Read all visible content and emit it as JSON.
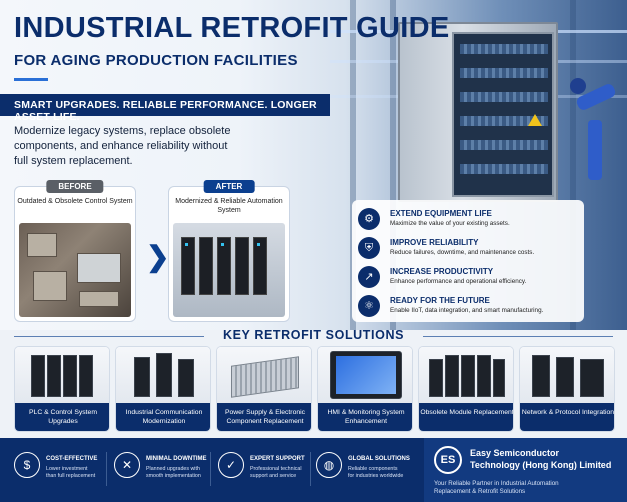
{
  "header": {
    "title": "INDUSTRIAL RETROFIT GUIDE",
    "subtitle": "FOR AGING PRODUCTION FACILITIES",
    "banner": "SMART UPGRADES. RELIABLE PERFORMANCE. LONGER ASSET LIFE.",
    "intro": "Modernize legacy systems, replace obsolete components, and enhance reliability without full system replacement."
  },
  "compare": {
    "before": {
      "tag": "BEFORE",
      "caption": "Outdated & Obsolete Control System"
    },
    "after": {
      "tag": "AFTER",
      "caption": "Modernized & Reliable Automation System"
    }
  },
  "benefits": [
    {
      "icon": "gear-icon",
      "glyph": "⚙",
      "title": "EXTEND EQUIPMENT LIFE",
      "desc": "Maximize the value of your existing assets."
    },
    {
      "icon": "shield-icon",
      "glyph": "⛨",
      "title": "IMPROVE RELIABILITY",
      "desc": "Reduce failures, downtime, and maintenance costs."
    },
    {
      "icon": "chart-icon",
      "glyph": "↗",
      "title": "INCREASE PRODUCTIVITY",
      "desc": "Enhance performance and operational efficiency."
    },
    {
      "icon": "network-icon",
      "glyph": "⚛",
      "title": "READY FOR THE FUTURE",
      "desc": "Enable IIoT, data integration, and smart manufacturing."
    }
  ],
  "solutions": {
    "heading": "KEY RETROFIT SOLUTIONS",
    "items": [
      {
        "label": "PLC & Control System Upgrades"
      },
      {
        "label": "Industrial Communication Modernization"
      },
      {
        "label": "Power Supply & Electronic Component Replacement"
      },
      {
        "label": "HMI & Monitoring System Enhancement"
      },
      {
        "label": "Obsolete Module Replacement"
      },
      {
        "label": "Network & Protocol Integration"
      }
    ]
  },
  "footer": {
    "features": [
      {
        "icon": "dollar-icon",
        "glyph": "$",
        "title": "COST-EFFECTIVE",
        "desc1": "Lower investment",
        "desc2": "than full replacement"
      },
      {
        "icon": "tools-icon",
        "glyph": "✕",
        "title": "MINIMAL DOWNTIME",
        "desc1": "Planned upgrades with",
        "desc2": "smooth implementation"
      },
      {
        "icon": "support-shield-icon",
        "glyph": "✓",
        "title": "EXPERT SUPPORT",
        "desc1": "Professional technical",
        "desc2": "support and service"
      },
      {
        "icon": "globe-icon",
        "glyph": "◍",
        "title": "GLOBAL SOLUTIONS",
        "desc1": "Reliable components",
        "desc2": "for industries worldwide"
      }
    ],
    "company": {
      "logo_text": "ES",
      "name1": "Easy Semiconductor",
      "name2": "Technology (Hong Kong) Limited",
      "tagline1": "Your Reliable Partner in Industrial Automation",
      "tagline2": "Replacement & Retrofit Solutions"
    }
  },
  "colors": {
    "brand": "#0b2d6b",
    "accent": "#2a6fd6",
    "warning": "#f1c31c"
  }
}
